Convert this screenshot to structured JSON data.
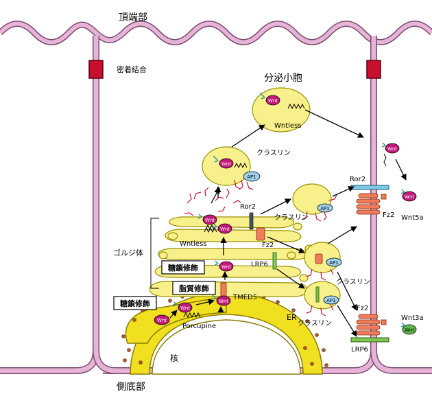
{
  "regions": {
    "apical": "頂端部",
    "lateral": "側底部",
    "tight_junction": "密着結合",
    "secretory_vesicle": "分泌小胞",
    "golgi": "ゴルジ体",
    "er": "ER",
    "nucleus": "核"
  },
  "modifications": {
    "glyco_golgi": "糖鎖修飾",
    "lipid": "脂質修飾",
    "glyco_er": "糖鎖修飾"
  },
  "proteins": {
    "wnt": "Wnt",
    "wntless": "Wntless",
    "clathrin": "クラスリン",
    "ap1": "AP1",
    "ror2": "Ror2",
    "fz2": "Fz2",
    "lrp6": "LRP6",
    "tmed5": "TMED5",
    "porcupine": "Porcupine",
    "wnt5a": "Wnt5a",
    "wnt3a": "Wnt3a"
  },
  "colors": {
    "membrane_fill": "#e6b4d6",
    "membrane_stroke": "#7a4a6e",
    "junction": "#c8102e",
    "golgi": "#f8f08a",
    "er": "#f0e020",
    "wnt": "#c2187a",
    "ap1": "#9fd0ee",
    "fz2": "#f07c5a",
    "ror2": "#7fc8e8",
    "lrp6": "#7ec850",
    "wnt3a": "#5cb84a",
    "clathrin": "#c8102e",
    "glycan": "#2aa198"
  }
}
